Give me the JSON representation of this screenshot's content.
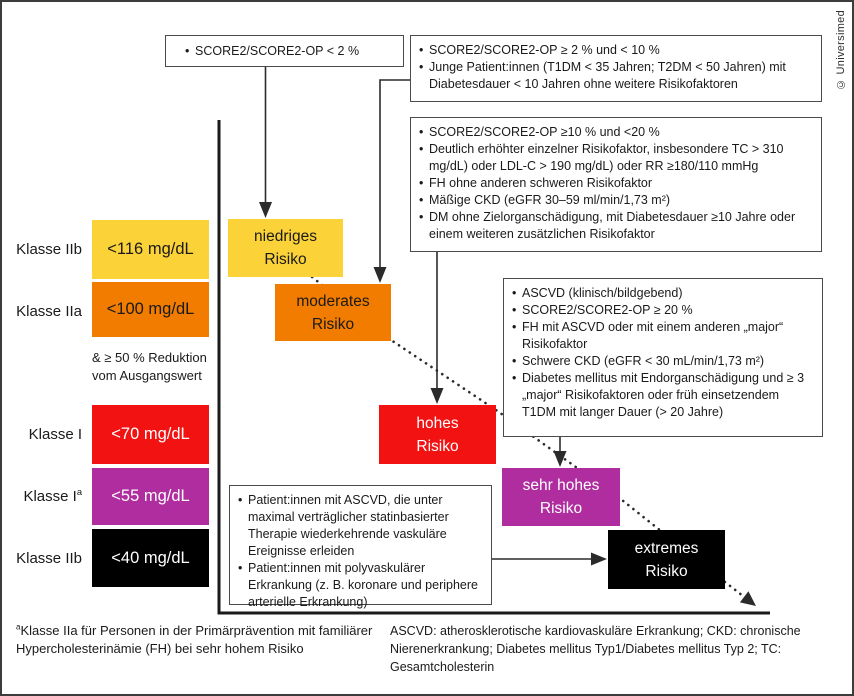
{
  "copyright": "© Universimed",
  "glyphs": {
    "bullet": "•"
  },
  "colors": {
    "yellow": "#FBD237",
    "orange": "#F17C00",
    "red": "#F21212",
    "magenta": "#B02DA0",
    "black": "#000000",
    "line": "#2b2b2b"
  },
  "criteria": {
    "low": {
      "items": [
        "SCORE2/SCORE2-OP < 2 %"
      ]
    },
    "moderate": {
      "items": [
        "SCORE2/SCORE2-OP ≥ 2 % und < 10 %",
        "Junge Patient:innen (T1DM < 35 Jahren; T2DM < 50 Jahren) mit Diabetesdauer < 10 Jahren ohne weitere Risikofaktoren"
      ]
    },
    "high": {
      "items": [
        "SCORE2/SCORE2-OP ≥10 % und <20 %",
        "Deutlich erhöhter einzelner Risikofaktor, insbesondere TC > 310 mg/dL) oder LDL-C > 190 mg/dL) oder RR ≥180/110 mmHg",
        "FH ohne anderen schweren Risikofaktor",
        "Mäßige CKD (eGFR 30–59 ml/min/1,73 m²)",
        "DM ohne Zielorganschädigung, mit Diabetesdauer ≥10 Jahre oder einem weiteren zusätzlichen Risikofaktor"
      ]
    },
    "very_high": {
      "items": [
        "ASCVD (klinisch/bildgebend)",
        "SCORE2/SCORE2-OP ≥ 20 %",
        "FH mit ASCVD oder mit einem anderen „major“ Risikofaktor",
        "Schwere CKD (eGFR < 30 mL/min/1,73 m²)",
        "Diabetes mellitus mit Endorganschädigung und ≥ 3 „major“ Risikofaktoren oder früh einsetzendem T1DM mit langer Dauer (> 20 Jahre)"
      ]
    },
    "extreme": {
      "items": [
        "Patient:innen mit ASCVD, die unter maximal verträglicher statinbasierter Therapie wiederkehrende vaskuläre Ereignisse erleiden",
        "Patient:innen mit polyvaskulärer Erkrankung (z. B. koronare und periphere arterielle Erkrankung)"
      ]
    }
  },
  "classes": [
    {
      "label": "Klasse IIb",
      "sup": "",
      "value": "<116 mg/dL",
      "bg": "#FBD237",
      "fg": "#1a1a1a"
    },
    {
      "label": "Klasse IIa",
      "sup": "",
      "value": "<100 mg/dL",
      "bg": "#F17C00",
      "fg": "#1a1a1a"
    },
    {
      "label": "Klasse I",
      "sup": "",
      "value": "<70 mg/dL",
      "bg": "#F21212",
      "fg": "#ffffff"
    },
    {
      "label": "Klasse I",
      "sup": "a",
      "value": "<55 mg/dL",
      "bg": "#B02DA0",
      "fg": "#ffffff"
    },
    {
      "label": "Klasse IIb",
      "sup": "",
      "value": "<40 mg/dL",
      "bg": "#000000",
      "fg": "#ffffff"
    }
  ],
  "reduction_note": {
    "line1": "& ≥ 50 % Reduktion",
    "line2": "vom Ausgangswert"
  },
  "risks": [
    {
      "line1": "niedriges",
      "line2": "Risiko",
      "bg": "#FBD237",
      "fg": "#1a1a1a"
    },
    {
      "line1": "moderates",
      "line2": "Risiko",
      "bg": "#F17C00",
      "fg": "#1a1a1a"
    },
    {
      "line1": "hohes",
      "line2": "Risiko",
      "bg": "#F21212",
      "fg": "#ffffff"
    },
    {
      "line1": "sehr hohes",
      "line2": "Risiko",
      "bg": "#B02DA0",
      "fg": "#ffffff"
    },
    {
      "line1": "extremes",
      "line2": "Risiko",
      "bg": "#000000",
      "fg": "#ffffff"
    }
  ],
  "footnote": {
    "sup": "a",
    "text": "Klasse IIa für Personen in der Primärprävention mit familiärer Hypercholesterinämie (FH) bei sehr hohem Risiko"
  },
  "abbreviations": "ASCVD: atherosklerotische kardiovaskuläre Erkrankung; CKD: chronische Nierenerkrankung; Diabetes mellitus Typ1/Diabetes mellitus Typ 2; TC: Gesamtcholesterin"
}
